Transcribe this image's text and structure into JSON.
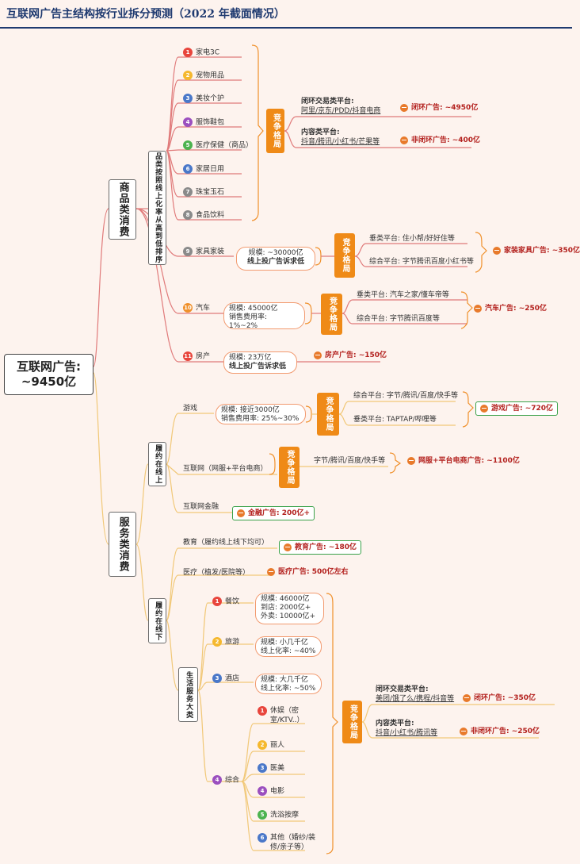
{
  "header": {
    "title": "互联网广告主结构按行业拆分预测（2022 年截面情况）"
  },
  "colors": {
    "accent": "#ef8a17",
    "result_text": "#b3201d",
    "highlight_border": "#3aa24a",
    "line_red": "#e07a7a",
    "line_yellow": "#f1c878"
  },
  "root": {
    "label": "互联网广告:\n~9450亿"
  },
  "goods": {
    "label": "商品类消费",
    "sort_label": "品类按照线上化率从高到低排序",
    "items": [
      {
        "num": "1",
        "label": "家电3C",
        "color": "#e8453c"
      },
      {
        "num": "2",
        "label": "宠物用品",
        "color": "#f5b82e"
      },
      {
        "num": "3",
        "label": "美妆个护",
        "color": "#4a78c9"
      },
      {
        "num": "4",
        "label": "服饰鞋包",
        "color": "#9b4fbf"
      },
      {
        "num": "5",
        "label": "医疗保健（商品）",
        "color": "#4cb34f"
      },
      {
        "num": "6",
        "label": "家居日用",
        "color": "#4a78c9"
      },
      {
        "num": "7",
        "label": "珠宝玉石",
        "color": "#8a8a8a"
      },
      {
        "num": "8",
        "label": "食品饮料",
        "color": "#8a8a8a"
      }
    ],
    "competition": {
      "label": "竞争格局",
      "closed_title": "闭环交易类平台:",
      "closed_platforms": "阿里/京东/PDD/抖音电商",
      "closed_result": "闭环广告: ~4950亿",
      "open_title": "内容类平台:",
      "open_platforms": "抖音/腾讯/小红书/芒果等",
      "open_result": "非闭环广告: ~400亿"
    },
    "furniture": {
      "num": "9",
      "label": "家具家装",
      "color": "#8a8a8a",
      "scale": "规模: ~30000亿",
      "note": "线上投广告诉求低",
      "competition": "竞争格局",
      "vertical": "垂类平台: 住小帮/好好住等",
      "general": "综合平台: 字节腾讯百度小红书等",
      "result": "家装家具广告: ~350亿"
    },
    "auto": {
      "num": "10",
      "label": "汽车",
      "color": "#f0902b",
      "scale": "规模: 45000亿\n销售费用率:\n1%~2%",
      "competition": "竞争格局",
      "vertical": "垂类平台: 汽车之家/懂车帝等",
      "general": "综合平台: 字节腾讯百度等",
      "result": "汽车广告: ~250亿"
    },
    "realestate": {
      "num": "11",
      "label": "房产",
      "color": "#e8453c",
      "scale": "规模: 23万亿",
      "note": "线上投广告诉求低",
      "result": "房产广告: ~150亿"
    }
  },
  "services": {
    "label": "服务类消费",
    "online": {
      "label": "履约在线上",
      "game": {
        "label": "游戏",
        "scale": "规模: 接近3000亿\n销售费用率: 25%~30%",
        "competition": "竞争格局",
        "general": "综合平台: 字节/腾讯/百度/快手等",
        "vertical": "垂类平台: TAPTAP/哔哩等",
        "result": "游戏广告: ~720亿"
      },
      "internet": {
        "label": "互联网（网服+平台电商）",
        "competition": "竞争格局",
        "platforms": "字节/腾讯/百度/快手等",
        "result": "网服+平台电商广告: ~1100亿"
      },
      "finance": {
        "label": "互联网金融",
        "result": "金融广告: 200亿+"
      }
    },
    "offline": {
      "label": "履约在线下",
      "education": {
        "label": "教育（履约线上线下均可）",
        "result": "教育广告: ~180亿"
      },
      "medical": {
        "label": "医疗（植发/医院等）",
        "result": "医疗广告: 500亿左右"
      },
      "life": {
        "label": "生活服务大类",
        "items": [
          {
            "num": "1",
            "label": "餐饮",
            "color": "#e8453c",
            "scale": "规模: 46000亿\n到店: 2000亿+\n外卖: 10000亿+"
          },
          {
            "num": "2",
            "label": "旅游",
            "color": "#f5b82e",
            "scale": "规模: 小几千亿\n线上化率: ~40%"
          },
          {
            "num": "3",
            "label": "酒店",
            "color": "#4a78c9",
            "scale": "规模: 大几千亿\n线上化率: ~50%"
          },
          {
            "num": "4",
            "label": "综合",
            "color": "#9b4fbf"
          }
        ],
        "comprehensive": [
          {
            "num": "1",
            "label": "休娱（密\n室/KTV..）",
            "color": "#e8453c"
          },
          {
            "num": "2",
            "label": "丽人",
            "color": "#f5b82e"
          },
          {
            "num": "3",
            "label": "医美",
            "color": "#4a78c9"
          },
          {
            "num": "4",
            "label": "电影",
            "color": "#9b4fbf"
          },
          {
            "num": "5",
            "label": "洗浴按摩",
            "color": "#4cb34f"
          },
          {
            "num": "6",
            "label": "其他（婚纱/装\n修/亲子等）",
            "color": "#4a78c9"
          }
        ],
        "competition": {
          "label": "竞争格局",
          "closed_title": "闭环交易类平台:",
          "closed_platforms": "美团/饿了么/携程/抖音等",
          "closed_result": "闭环广告: ~350亿",
          "open_title": "内容类平台:",
          "open_platforms": "抖音/小红书/腾讯等",
          "open_result": "非闭环广告: ~250亿"
        }
      }
    }
  }
}
